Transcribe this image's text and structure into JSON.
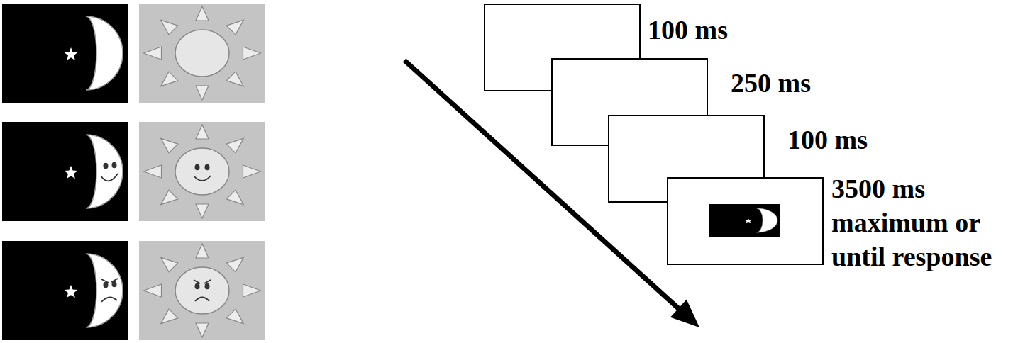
{
  "diagram": {
    "nodes": [
      {
        "text": [
          "100 ms"
        ]
      },
      {
        "text": [
          "250 ms"
        ]
      },
      {
        "text": [
          "100 ms"
        ]
      },
      {
        "text": [
          "3500 ms maximum or until response"
        ]
      }
    ]
  }
}
